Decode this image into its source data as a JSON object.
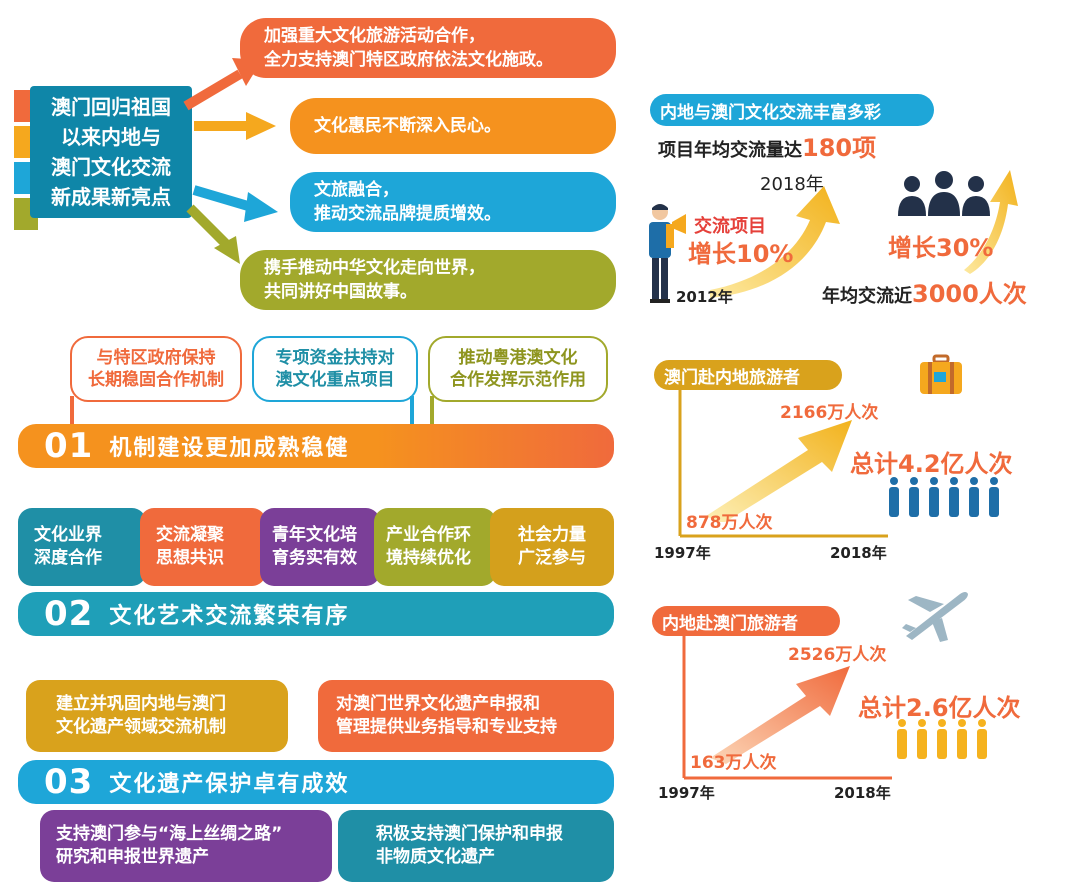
{
  "left_title": {
    "lines": [
      "澳门回归祖国",
      "以来内地与",
      "澳门文化交流",
      "新成果新亮点"
    ]
  },
  "top_highlights": [
    {
      "line1": "加强重大文化旅游活动合作，",
      "line2": "全力支持澳门特区政府依法文化施政。",
      "color": "#f06a3c"
    },
    {
      "line1": "文化惠民不断深入民心。",
      "line2": "",
      "color": "#f5921e"
    },
    {
      "line1": "文旅融合，",
      "line2": "推动交流品牌提质增效。",
      "color": "#1ea6d8"
    },
    {
      "line1": "携手推动中华文化走向世界，",
      "line2": "共同讲好中国故事。",
      "color": "#a2a92c"
    }
  ],
  "section1": {
    "num": "01",
    "title": "机制建设更加成熟稳健",
    "bubbles": [
      {
        "line1": "与特区政府保持",
        "line2": "长期稳固合作机制"
      },
      {
        "line1": "专项资金扶持对",
        "line2": "澳文化重点项目"
      },
      {
        "line1": "推动粤港澳文化",
        "line2": "合作发挥示范作用"
      }
    ]
  },
  "section2": {
    "num": "02",
    "title": "文化艺术交流繁荣有序",
    "cards": [
      {
        "line1": "文化业界",
        "line2": "深度合作",
        "color": "#1f8fa6"
      },
      {
        "line1": "交流凝聚",
        "line2": "思想共识",
        "color": "#f06a3c"
      },
      {
        "line1": "青年文化培",
        "line2": "育务实有效",
        "color": "#7b3f98"
      },
      {
        "line1": "产业合作环",
        "line2": "境持续优化",
        "color": "#a2a92c"
      },
      {
        "line1": "社会力量",
        "line2": "广泛参与",
        "color": "#d4a01c"
      }
    ]
  },
  "section3": {
    "num": "03",
    "title": "文化遗产保护卓有成效",
    "cards": [
      {
        "line1": "建立并巩固内地与澳门",
        "line2": "文化遗产领域交流机制",
        "color": "#d9a21c"
      },
      {
        "line1": "对澳门世界文化遗产申报和",
        "line2": "管理提供业务指导和专业支持",
        "color": "#f06a3c"
      },
      {
        "line1": "支持澳门参与“海上丝绸之路”",
        "line2": "研究和申报世界遗产",
        "color": "#7b3f98"
      },
      {
        "line1": "积极支持澳门保护和申报",
        "line2": "非物质文化遗产",
        "color": "#1f8fa6"
      }
    ]
  },
  "right_top": {
    "header": "内地与澳门文化交流丰富多彩",
    "annual_prefix": "项目年均交流量达",
    "annual_value": "180项",
    "year_end": "2018年",
    "year_start": "2012年",
    "project_label": "交流项目",
    "project_growth": "增长10%",
    "people_growth": "增长30%",
    "people_prefix": "年均交流近",
    "people_value": "3000人次"
  },
  "right_mid": {
    "header": "澳门赴内地旅游者",
    "high_value": "2166万人次",
    "low_value": "878万人次",
    "total": "总计4.2亿人次",
    "year_start": "1997年",
    "year_end": "2018年"
  },
  "right_bottom": {
    "header": "内地赴澳门旅游者",
    "high_value": "2526万人次",
    "low_value": "163万人次",
    "total": "总计2.6亿人次",
    "year_start": "1997年",
    "year_end": "2018年"
  },
  "colors": {
    "teal": "#1f9fb8",
    "orange": "#f5921e",
    "red_orange": "#f06a3c",
    "olive": "#a2a92c",
    "purple": "#7b3f98",
    "gold": "#d9a21c",
    "title_bg": "#0f86a8"
  }
}
